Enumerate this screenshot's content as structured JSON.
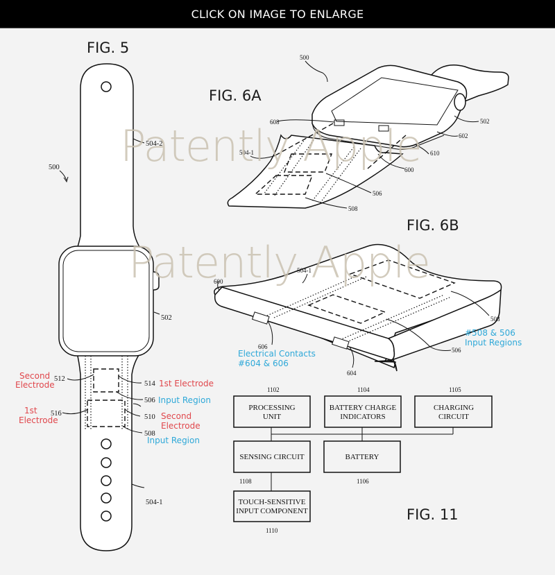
{
  "banner": {
    "text": "CLICK ON IMAGE TO ENLARGE"
  },
  "watermark": {
    "text": "Patently Apple",
    "color": "#c8bfae"
  },
  "colors": {
    "background": "#f3f3f3",
    "banner_bg": "#000000",
    "annotation_red": "#e0474c",
    "annotation_blue": "#2ea8d8"
  },
  "fig5": {
    "title": "FIG. 5",
    "refs": {
      "device": "500",
      "band_top": "504-2",
      "watch_body": "502",
      "electrode_512": "512",
      "electrode_514": "514",
      "input_506": "506",
      "electrode_516": "516",
      "electrode_510": "510",
      "input_508": "508",
      "band_bottom": "504-1"
    },
    "annotations": {
      "second_electrode_512": [
        "Second",
        "Electrode"
      ],
      "first_electrode_514": "1st Electrode",
      "input_region_506": "Input Region",
      "first_electrode_516": [
        "1st",
        "Electrode"
      ],
      "second_electrode_510": [
        "Second",
        "Electrode"
      ],
      "input_region_508": "Input Region"
    }
  },
  "fig6a": {
    "title": "FIG. 6A",
    "refs": {
      "device": "500",
      "watch_body": "502",
      "connector_602": "602",
      "connector_610": "610",
      "contacts_608": "608",
      "band": "504-1",
      "band_end_600": "600",
      "input_506": "506",
      "input_508": "508"
    }
  },
  "fig6b": {
    "title": "FIG. 6B",
    "refs": {
      "band": "504-1",
      "band_end_600": "600",
      "input_508": "508",
      "input_506": "506",
      "contacts_606": "606",
      "contacts_604": "604"
    },
    "annotations": {
      "electrical_contacts": [
        "Electrical Contacts",
        "#604 & 606"
      ],
      "input_regions": [
        "#508 & 506",
        "Input Regions"
      ]
    }
  },
  "fig11": {
    "title": "FIG. 11",
    "blocks": [
      {
        "id": "1102",
        "lines": [
          "PROCESSING",
          "UNIT"
        ]
      },
      {
        "id": "1104",
        "lines": [
          "BATTERY CHARGE",
          "INDICATORS"
        ]
      },
      {
        "id": "1105",
        "lines": [
          "CHARGING",
          "CIRCUIT"
        ]
      },
      {
        "id": "1108",
        "lines": [
          "SENSING CIRCUIT"
        ]
      },
      {
        "id": "1106",
        "lines": [
          "BATTERY"
        ]
      },
      {
        "id": "1110",
        "lines": [
          "TOUCH-SENSITIVE",
          "INPUT COMPONENT"
        ]
      }
    ]
  }
}
